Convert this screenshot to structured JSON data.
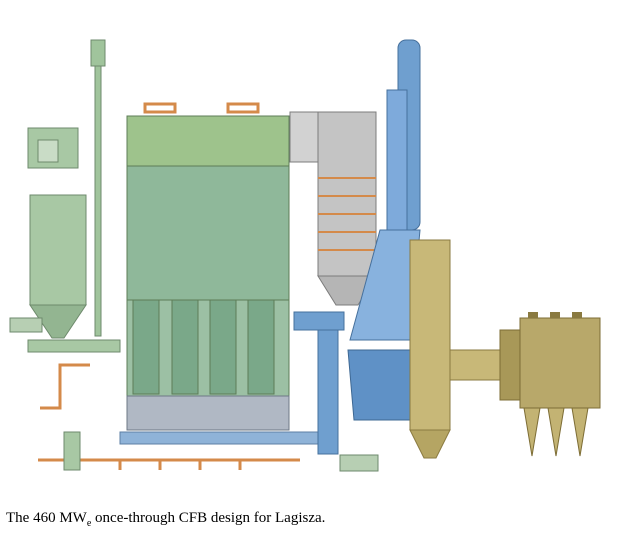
{
  "caption": {
    "prefix": "The 460 MW",
    "subscript": "e",
    "suffix": " once-through CFB design for Lagisza."
  },
  "colors": {
    "boiler_green": "#8fb89a",
    "cyclone_green": "#a8c8a4",
    "duct_blue": "#6f9fcf",
    "precipitator_tan": "#b8a86a",
    "pipe_orange": "#d48a4a",
    "backpass_grey": "#9a9a9a"
  }
}
